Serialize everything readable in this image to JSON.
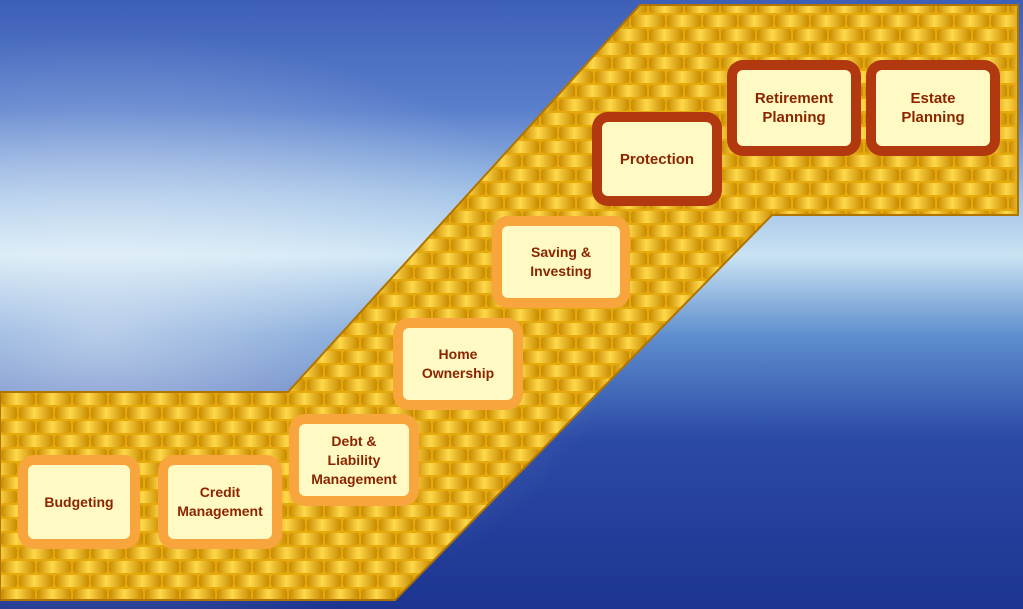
{
  "colors": {
    "brick": "#f2be1c",
    "brick_dark": "#c98b00",
    "stage_light_frame": "#f7a53c",
    "stage_dark_frame": "#b2380f",
    "stage_fill": "#fff9c4",
    "stage_text": "#8b2500"
  },
  "stages": [
    {
      "id": "budgeting",
      "label": "Budgeting",
      "style": "light"
    },
    {
      "id": "credit-management",
      "label": "Credit\nManagement",
      "style": "light"
    },
    {
      "id": "debt-liability-management",
      "label": "Debt &\nLiability\nManagement",
      "style": "light"
    },
    {
      "id": "home-ownership",
      "label": "Home\nOwnership",
      "style": "light"
    },
    {
      "id": "saving-investing",
      "label": "Saving &\nInvesting",
      "style": "light"
    },
    {
      "id": "protection",
      "label": "Protection",
      "style": "dark"
    },
    {
      "id": "retirement-planning",
      "label": "Retirement\nPlanning",
      "style": "dark"
    },
    {
      "id": "estate-planning",
      "label": "Estate\nPlanning",
      "style": "dark"
    }
  ]
}
